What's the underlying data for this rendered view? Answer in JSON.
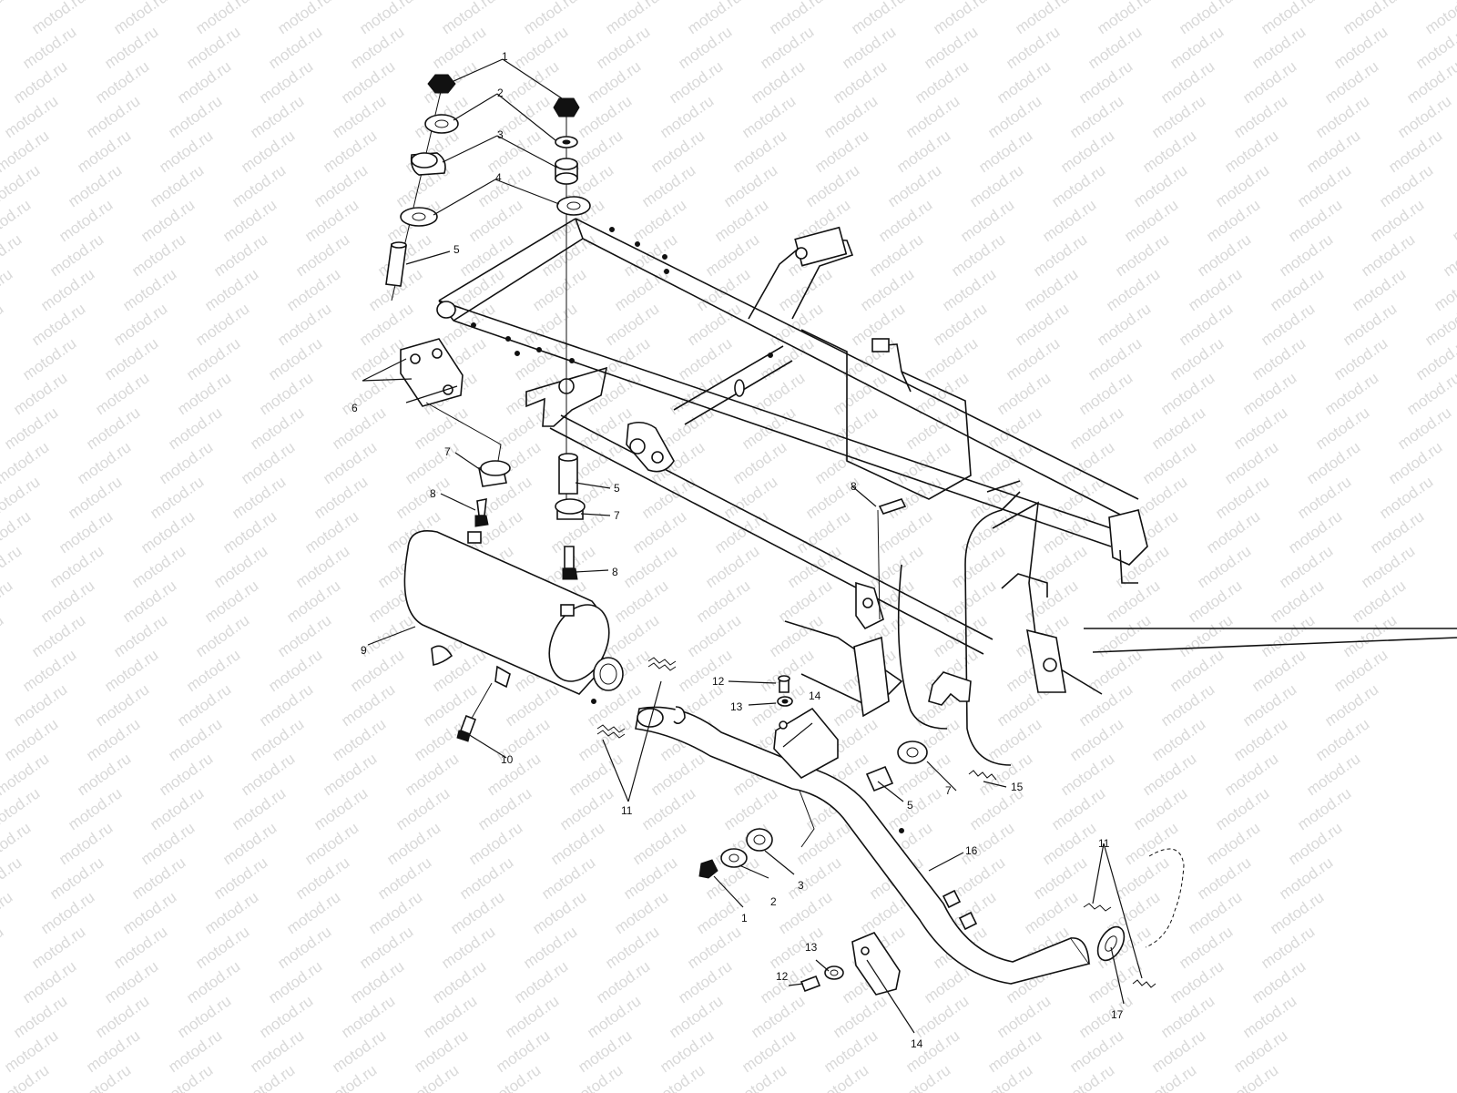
{
  "watermark": {
    "text": "motod.ru"
  },
  "callouts": [
    {
      "id": "c1a",
      "number": "1"
    },
    {
      "id": "c2a",
      "number": "2"
    },
    {
      "id": "c3a",
      "number": "3"
    },
    {
      "id": "c4a",
      "number": "4"
    },
    {
      "id": "c5a",
      "number": "5"
    },
    {
      "id": "c6a",
      "number": "6"
    },
    {
      "id": "c7a",
      "number": "7"
    },
    {
      "id": "c8a",
      "number": "8"
    },
    {
      "id": "c5b",
      "number": "5"
    },
    {
      "id": "c7b",
      "number": "7"
    },
    {
      "id": "c8b",
      "number": "8"
    },
    {
      "id": "c8c",
      "number": "8"
    },
    {
      "id": "c9a",
      "number": "9"
    },
    {
      "id": "c10a",
      "number": "10"
    },
    {
      "id": "c11a",
      "number": "11"
    },
    {
      "id": "c12a",
      "number": "12"
    },
    {
      "id": "c13a",
      "number": "13"
    },
    {
      "id": "c14a",
      "number": "14"
    },
    {
      "id": "c5c",
      "number": "5"
    },
    {
      "id": "c7c",
      "number": "7"
    },
    {
      "id": "c15a",
      "number": "15"
    },
    {
      "id": "c16a",
      "number": "16"
    },
    {
      "id": "c3b",
      "number": "3"
    },
    {
      "id": "c2b",
      "number": "2"
    },
    {
      "id": "c1b",
      "number": "1"
    },
    {
      "id": "c11b",
      "number": "11"
    },
    {
      "id": "c12b",
      "number": "12"
    },
    {
      "id": "c13b",
      "number": "13"
    },
    {
      "id": "c14b",
      "number": "14"
    },
    {
      "id": "c17a",
      "number": "17"
    }
  ]
}
